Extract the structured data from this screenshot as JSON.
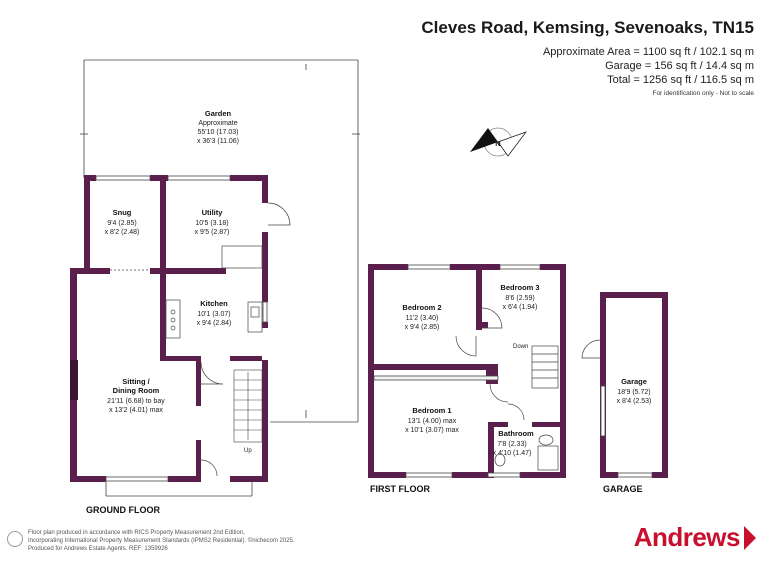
{
  "header": {
    "title": "Cleves Road, Kemsing, Sevenoaks, TN15",
    "area_lines": [
      "Approximate Area = 1100 sq ft / 102.1 sq m",
      "Garage = 156 sq ft / 14.4 sq m",
      "Total = 1256 sq ft / 116.5 sq m"
    ],
    "disclaimer": "For identification only - Not to scale"
  },
  "compass": {
    "letter": "N"
  },
  "rooms": {
    "garden": {
      "name": "Garden",
      "lines": [
        "Approximate",
        "55'10 (17.03)",
        "x 36'3 (11.06)"
      ]
    },
    "snug": {
      "name": "Snug",
      "lines": [
        "9'4 (2.85)",
        "x 8'2 (2.48)"
      ]
    },
    "utility": {
      "name": "Utility",
      "lines": [
        "10'5 (3.18)",
        "x 9'5 (2.87)"
      ]
    },
    "kitchen": {
      "name": "Kitchen",
      "lines": [
        "10'1 (3.07)",
        "x 9'4 (2.84)"
      ]
    },
    "sitting": {
      "name": "Sitting /",
      "name2": "Dining Room",
      "lines": [
        "21'11 (6.68) to bay",
        "x 13'2 (4.01) max"
      ]
    },
    "bedroom2": {
      "name": "Bedroom 2",
      "lines": [
        "11'2 (3.40)",
        "x 9'4 (2.85)"
      ]
    },
    "bedroom3": {
      "name": "Bedroom 3",
      "lines": [
        "8'6 (2.59)",
        "x 6'4 (1.94)"
      ]
    },
    "bedroom1": {
      "name": "Bedroom 1",
      "lines": [
        "13'1 (4.00) max",
        "x 10'1 (3.07) max"
      ]
    },
    "bathroom": {
      "name": "Bathroom",
      "lines": [
        "7'8 (2.33)",
        "x 4'10 (1.47)"
      ]
    },
    "garage": {
      "name": "Garage",
      "lines": [
        "18'9 (5.72)",
        "x 8'4 (2.53)"
      ]
    }
  },
  "stair_labels": {
    "up": "Up",
    "down": "Down"
  },
  "floors": {
    "ground": "GROUND FLOOR",
    "first": "FIRST FLOOR",
    "garage": "GARAGE"
  },
  "footer": {
    "lines": [
      "Floor plan produced in accordance with RICS Property Measurement 2nd Edition,",
      "Incorporating International Property Measurement Standards (IPMS2 Residential). ©nichecom 2025.",
      "Produced for Andrews Estate Agents.   REF: 1359926"
    ]
  },
  "brand": {
    "name": "Andrews",
    "color": "#c8102e"
  },
  "colors": {
    "wall": "#5b1f4e",
    "line": "#444444"
  }
}
